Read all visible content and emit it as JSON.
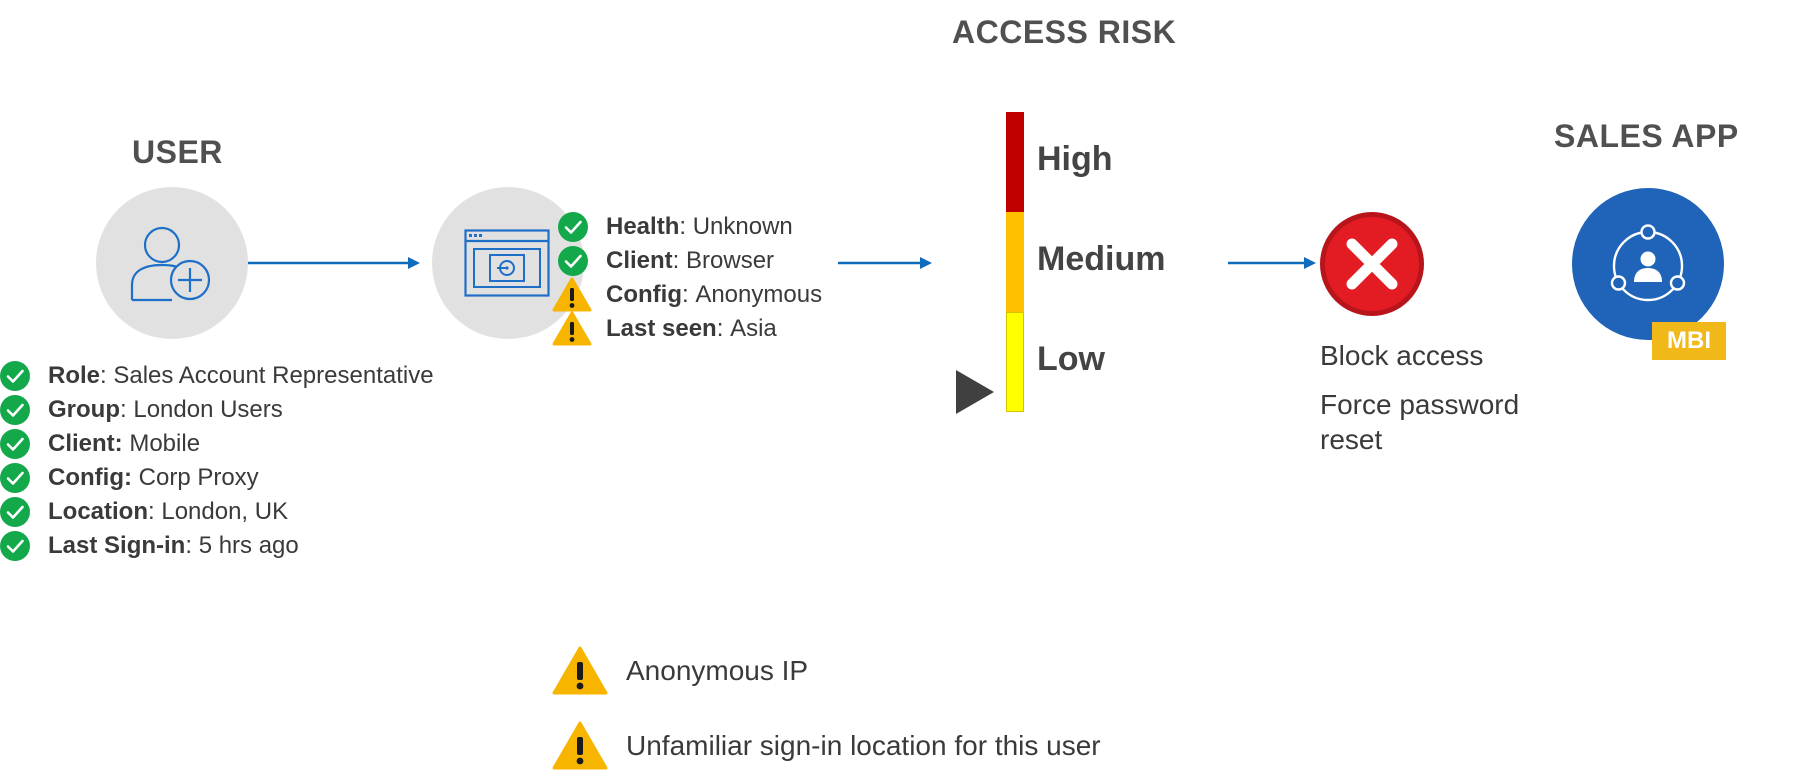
{
  "headings": {
    "user": "USER",
    "access_risk": "ACCESS RISK",
    "sales_app": "SALES APP"
  },
  "user_attributes": [
    {
      "key": "Role",
      "sep": ": ",
      "value": "Sales Account Representative",
      "status": "check"
    },
    {
      "key": "Group",
      "sep": ": ",
      "value": "London Users",
      "status": "check"
    },
    {
      "key": "Client:",
      "sep": " ",
      "value": "Mobile",
      "status": "check"
    },
    {
      "key": "Config:",
      "sep": " ",
      "value": "Corp Proxy",
      "status": "check"
    },
    {
      "key": "Location",
      "sep": ": ",
      "value": "London, UK",
      "status": "check"
    },
    {
      "key": "Last Sign-in",
      "sep": ": ",
      "value": "5 hrs ago",
      "status": "check"
    }
  ],
  "device_attributes": [
    {
      "key": "Health",
      "sep": ": ",
      "value": "Unknown",
      "status": "check"
    },
    {
      "key": "Client",
      "sep": ": ",
      "value": "Browser",
      "status": "check"
    },
    {
      "key": "Config",
      "sep": ": ",
      "value": "Anonymous",
      "status": "warning"
    },
    {
      "key": "Last seen",
      "sep": ": ",
      "value": "Asia",
      "status": "warning"
    }
  ],
  "risk_levels": [
    {
      "label": "High",
      "color": "#c00000"
    },
    {
      "label": "Medium",
      "color": "#ffc000"
    },
    {
      "label": "Low",
      "color": "#ffff00"
    }
  ],
  "current_risk_level": "Low",
  "actions": {
    "block": "Block access",
    "reset": "Force password reset"
  },
  "app_badge": "MBI",
  "legend": [
    {
      "icon": "warning-icon",
      "text": "Anonymous IP"
    },
    {
      "icon": "warning-icon",
      "text": "Unfamiliar sign-in location for this user"
    }
  ],
  "colors": {
    "accent_blue": "#1e6fc8",
    "arrow_blue": "#0f6cbd",
    "circle_gray": "#e1e1e1",
    "check_green": "#13a84a",
    "warning_yellow": "#f7b500",
    "block_red": "#e31b23",
    "app_blue": "#1f64b8",
    "badge_gold": "#f1b81a",
    "pointer_gray": "#404040"
  }
}
